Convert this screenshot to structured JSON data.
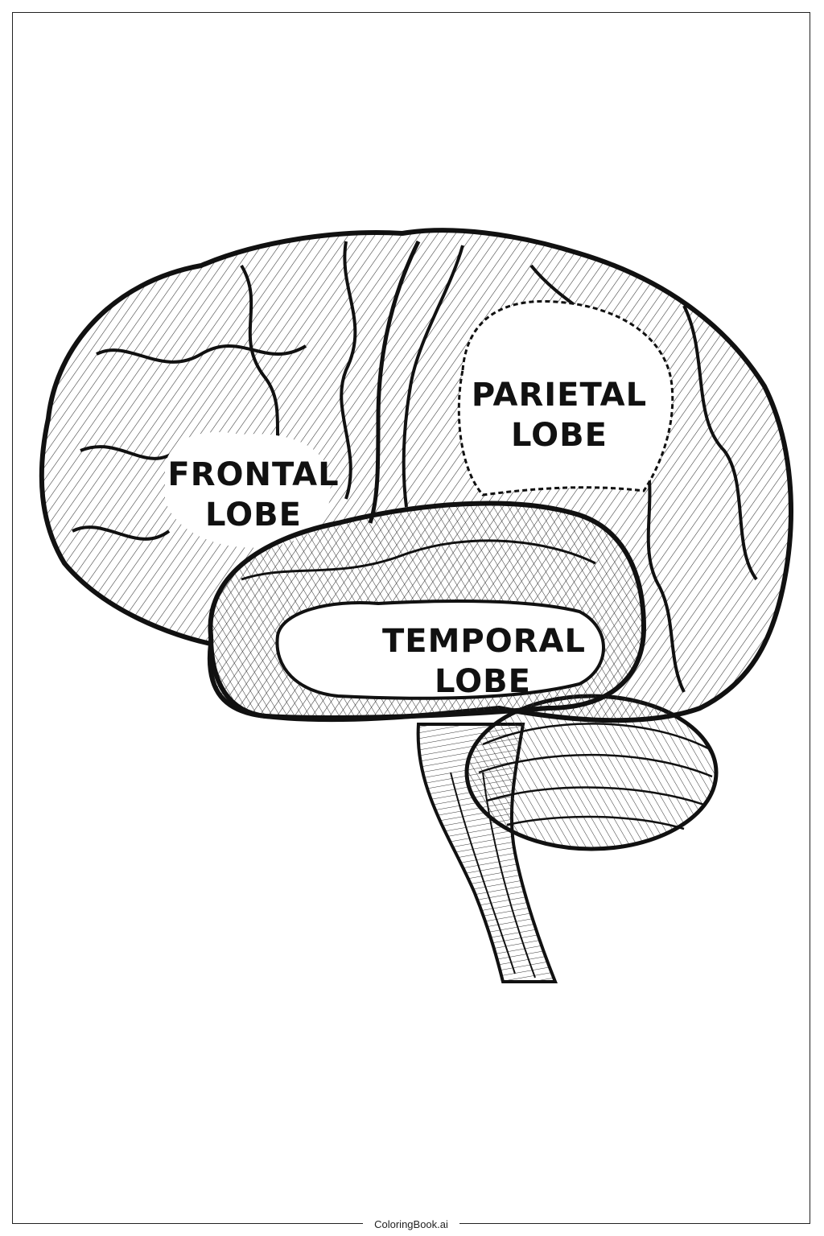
{
  "labels": {
    "frontal": {
      "line1": "FRONTAL",
      "line2": "LOBE"
    },
    "parietal": {
      "line1": "PARIETAL",
      "line2": "LOBE"
    },
    "temporal": {
      "line1": "TEMPORAL",
      "line2": "LOBE"
    }
  },
  "footer": {
    "credit": "ColoringBook.ai"
  },
  "colors": {
    "ink": "#111111",
    "paper": "#ffffff"
  }
}
